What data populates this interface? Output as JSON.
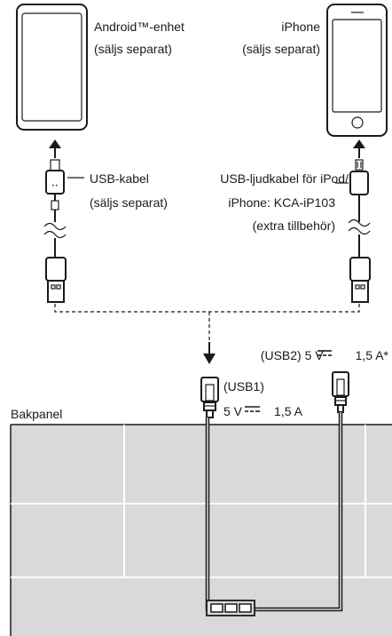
{
  "android": {
    "name": "Android™-enhet",
    "note": "(säljs separat)"
  },
  "iphone": {
    "name": "iPhone",
    "note": "(säljs separat)"
  },
  "usb_cable": {
    "line1": "USB-kabel",
    "line2": "(säljs separat)"
  },
  "ipod_cable": {
    "line1": "USB-ljudkabel för iPod/",
    "line2": "iPhone: KCA-iP103",
    "line3": "(extra tillbehör)"
  },
  "usb1": {
    "name": "(USB1)",
    "volt": "5 V",
    "amp": "1,5 A"
  },
  "usb2": {
    "prefix": "(USB2) 5 V",
    "amp": "1,5 A*"
  },
  "panel": {
    "label": "Bakpanel",
    "fill_color": "#d9d9d9"
  }
}
